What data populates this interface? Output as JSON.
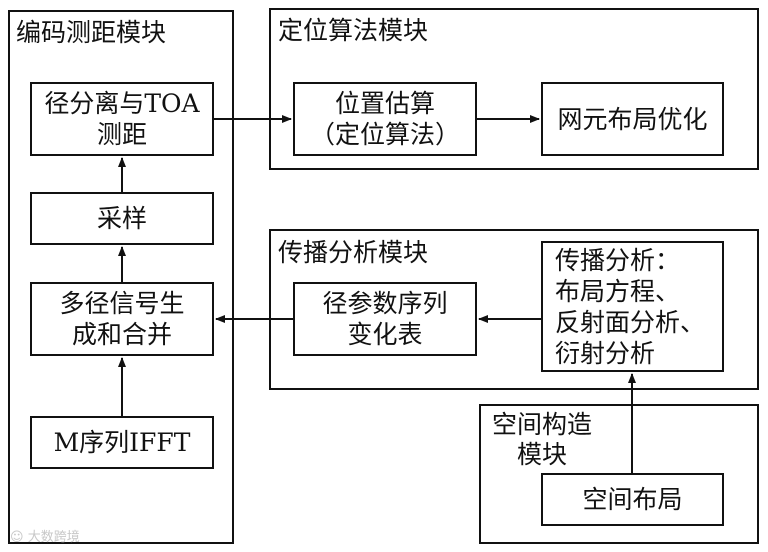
{
  "modules": {
    "coding": {
      "title": "编码测距模块"
    },
    "positioning": {
      "title": "定位算法模块"
    },
    "propagation": {
      "title": "传播分析模块"
    },
    "space": {
      "title_line1": "空间构造",
      "title_line2": "模块"
    }
  },
  "nodes": {
    "multipath_toa": {
      "line1": "径分离与TOA",
      "line2": "测距"
    },
    "sampling": {
      "line1": "采样"
    },
    "multipath_gen": {
      "line1": "多径信号生",
      "line2": "成和合并"
    },
    "m_ifft": {
      "line1": "M序列IFFT"
    },
    "position_est": {
      "line1": "位置估算",
      "line2": "（定位算法）"
    },
    "network_opt": {
      "line1": "网元布局优化"
    },
    "path_table": {
      "line1": "径参数序列",
      "line2": "变化表"
    },
    "prop_analysis": {
      "line1": "传播分析：",
      "line2": "布局方程、",
      "line3": "反射面分析、",
      "line4": "衍射分析"
    },
    "space_layout": {
      "line1": "空间布局"
    }
  },
  "watermark": "大数跨境"
}
